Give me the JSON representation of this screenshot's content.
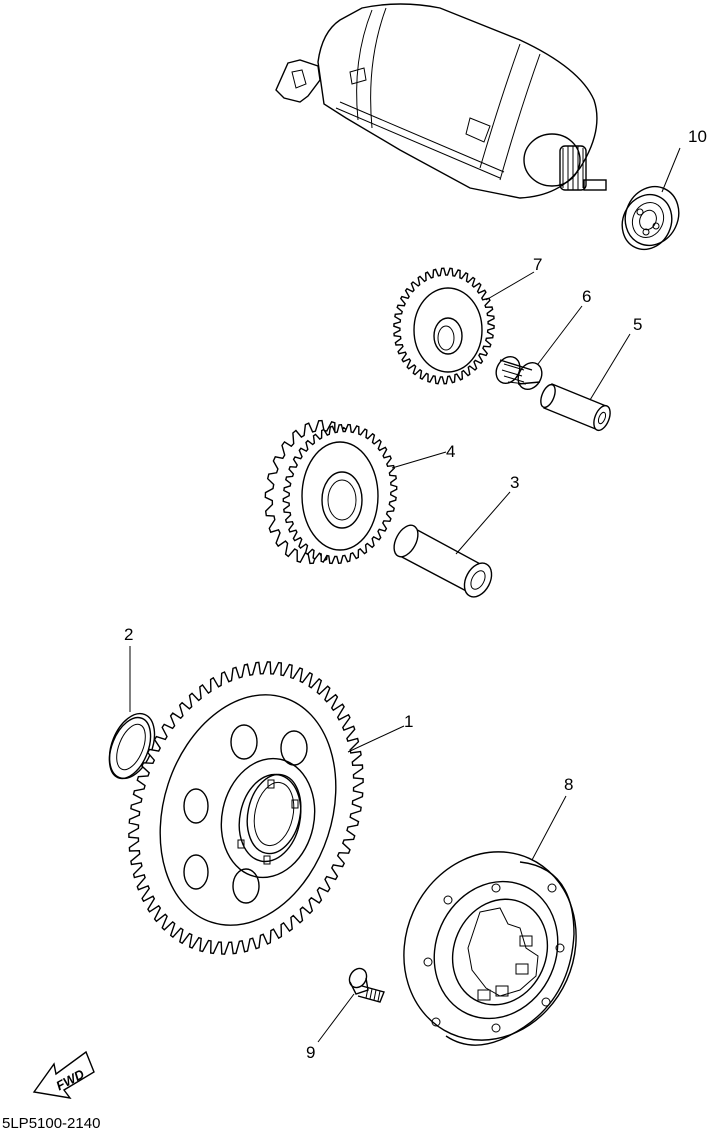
{
  "diagram": {
    "catalog_code": "5LP5100-2140",
    "fwd_label": "FWD",
    "parts": [
      {
        "number": "1",
        "name": "starter-wheel-gear"
      },
      {
        "number": "2",
        "name": "washer"
      },
      {
        "number": "3",
        "name": "shaft"
      },
      {
        "number": "4",
        "name": "idle-gear-2"
      },
      {
        "number": "5",
        "name": "shaft"
      },
      {
        "number": "6",
        "name": "needle-bearing"
      },
      {
        "number": "7",
        "name": "idle-gear-1"
      },
      {
        "number": "8",
        "name": "starter-clutch-assy"
      },
      {
        "number": "9",
        "name": "bolt"
      },
      {
        "number": "10",
        "name": "bearing"
      }
    ]
  }
}
